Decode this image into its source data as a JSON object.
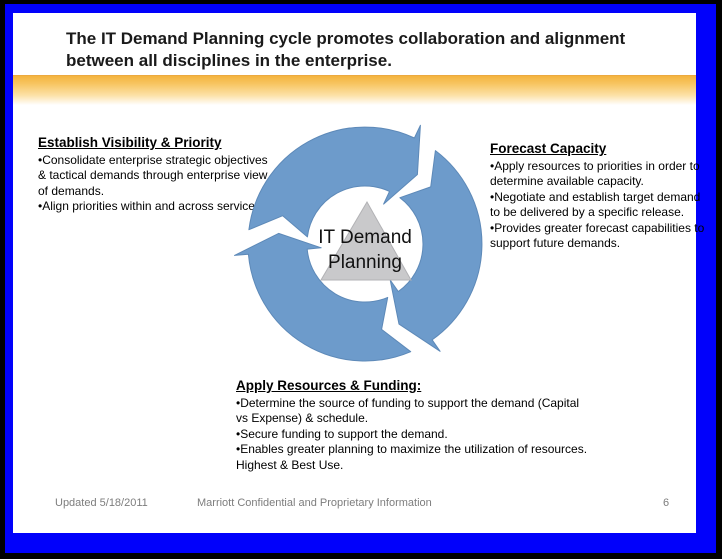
{
  "slide": {
    "title": "The IT Demand Planning cycle promotes collaboration and alignment between all disciplines in the enterprise.",
    "footer": {
      "updated": "Updated 5/18/2011",
      "confidential": "Marriott Confidential and Proprietary Information",
      "page_number": "6"
    }
  },
  "sections": {
    "left": {
      "heading": "Establish Visibility & Priority",
      "bullets": [
        "•Consolidate enterprise strategic objectives & tactical demands through enterprise view of demands.",
        "•Align priorities within and across services."
      ]
    },
    "right": {
      "heading": "Forecast Capacity",
      "bullets": [
        "•Apply resources to priorities in order to determine available capacity.",
        "•Negotiate and establish target demand to be delivered by a  specific release.",
        "•Provides greater forecast capabilities to support future demands."
      ]
    },
    "bottom": {
      "heading": "Apply Resources & Funding:",
      "bullets": [
        "•Determine the source of funding to support the demand (Capital vs Expense) & schedule.",
        "•Secure funding to support the demand.",
        "•Enables greater planning to maximize the utilization of resources. Highest & Best Use."
      ]
    }
  },
  "diagram": {
    "label_line1": "IT Demand",
    "label_line2": "Planning"
  },
  "colors": {
    "frame_blue": "#0101fb",
    "ring_blue": "#6d9bcb",
    "ring_edge": "#5d89b8",
    "triangle_gray": "#c9c9cb",
    "gold": "#f4b43e"
  }
}
